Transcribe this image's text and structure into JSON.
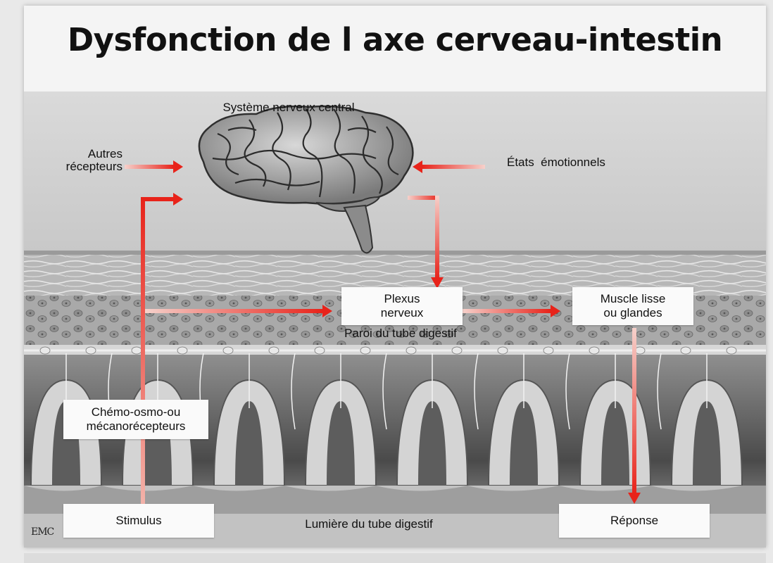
{
  "slide": {
    "title": "Dysfonction de l axe cerveau-intestin"
  },
  "diagram": {
    "labels": {
      "cns": "Système nerveux central",
      "other_receptors_1": "Autres",
      "other_receptors_2": "récepteurs",
      "emotional_states": "États  émotionnels",
      "digestive_wall": "Paroi du tube digestif",
      "digestive_lumen": "Lumière du tube digestif"
    },
    "boxes": {
      "plexus_1": "Plexus",
      "plexus_2": "nerveux",
      "muscle_1": "Muscle lisse",
      "muscle_2": "ou glandes",
      "chemo_1": "Chémo-osmo-ou",
      "chemo_2": "mécanorécepteurs",
      "stimulus": "Stimulus",
      "response": "Réponse"
    },
    "logo": "EMC",
    "colors": {
      "arrow": "#e8231a",
      "arrow_fade": "#f7c9c2",
      "tissue_light": "#c9c9c9",
      "tissue_dark": "#2e2e2e"
    }
  }
}
